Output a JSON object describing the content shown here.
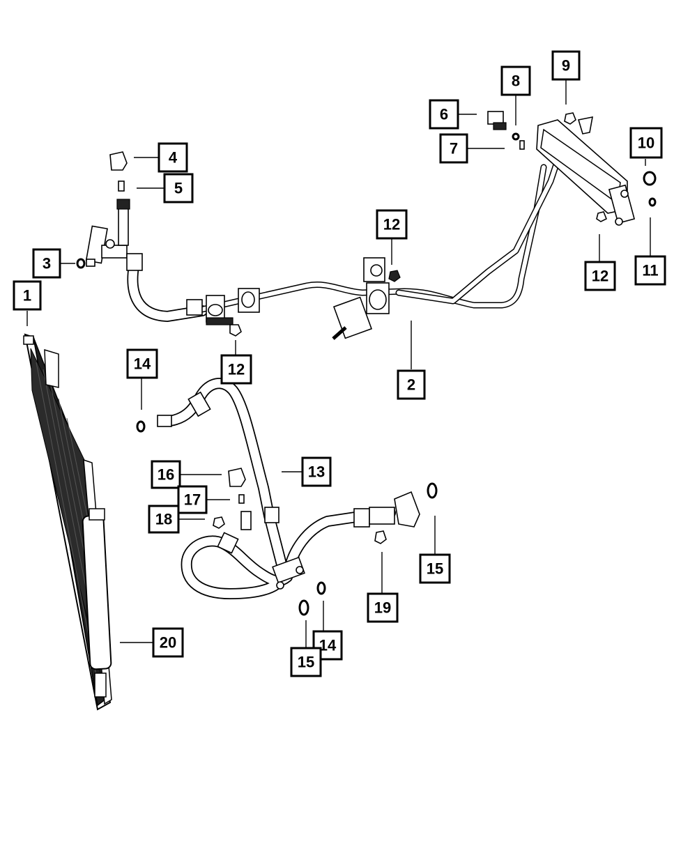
{
  "callouts": [
    {
      "id": "c1",
      "text": "1"
    },
    {
      "id": "c2",
      "text": "2"
    },
    {
      "id": "c3",
      "text": "3"
    },
    {
      "id": "c4",
      "text": "4"
    },
    {
      "id": "c5",
      "text": "5"
    },
    {
      "id": "c6",
      "text": "6"
    },
    {
      "id": "c7",
      "text": "7"
    },
    {
      "id": "c8",
      "text": "8"
    },
    {
      "id": "c9",
      "text": "9"
    },
    {
      "id": "c10",
      "text": "10"
    },
    {
      "id": "c11",
      "text": "11"
    },
    {
      "id": "c12a",
      "text": "12"
    },
    {
      "id": "c12b",
      "text": "12"
    },
    {
      "id": "c12c",
      "text": "12"
    },
    {
      "id": "c13",
      "text": "13"
    },
    {
      "id": "c14a",
      "text": "14"
    },
    {
      "id": "c14b",
      "text": "14"
    },
    {
      "id": "c15a",
      "text": "15"
    },
    {
      "id": "c15b",
      "text": "15"
    },
    {
      "id": "c16",
      "text": "16"
    },
    {
      "id": "c17",
      "text": "17"
    },
    {
      "id": "c18",
      "text": "18"
    },
    {
      "id": "c19",
      "text": "19"
    },
    {
      "id": "c20",
      "text": "20"
    }
  ]
}
